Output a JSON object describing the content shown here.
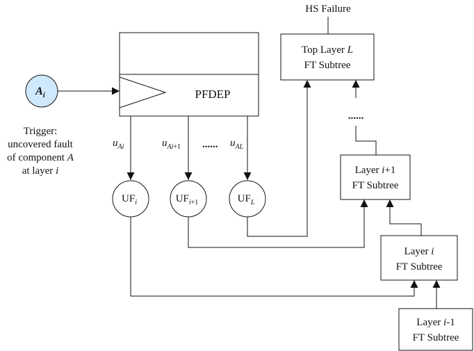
{
  "diagram": {
    "hs_failure": "HS Failure",
    "top_layer": {
      "line1_prefix": "Top Layer ",
      "line1_var": "L",
      "line2": "FT Subtree"
    },
    "pfdep": {
      "label": "PFDEP"
    },
    "trigger_node": {
      "var": "A",
      "sub": "i"
    },
    "trigger_text": {
      "line1": "Trigger:",
      "line2": "uncovered fault",
      "line3_prefix": "of component ",
      "line3_var": "A",
      "line4_prefix": "at layer ",
      "line4_var": "i"
    },
    "edge_labels": {
      "u_ai": {
        "base": "u",
        "sub_letter": "A",
        "sub_index": "i",
        "sub_suffix": ""
      },
      "u_ai1": {
        "base": "u",
        "sub_letter": "A",
        "sub_index": "i",
        "sub_suffix": "+1"
      },
      "dots": "......",
      "u_al": {
        "base": "u",
        "sub_letter": "AL",
        "sub_index": "",
        "sub_suffix": ""
      }
    },
    "uf_nodes": {
      "uf_i": {
        "base": "UF",
        "sub": "i",
        "sub_suffix": ""
      },
      "uf_i1": {
        "base": "UF",
        "sub": "i",
        "sub_suffix": "+1"
      },
      "uf_l": {
        "base": "UF",
        "sub": "L",
        "sub_suffix": ""
      }
    },
    "vertical_dots": "......",
    "layer_i1": {
      "line1_prefix": "Layer ",
      "line1_var": "i",
      "line1_suffix": "+1",
      "line2": "FT Subtree"
    },
    "layer_i": {
      "line1_prefix": "Layer ",
      "line1_var": "i",
      "line1_suffix": "",
      "line2": "FT Subtree"
    },
    "layer_im1": {
      "line1_prefix": "Layer ",
      "line1_var": "i",
      "line1_suffix": "-1",
      "line2": "FT Subtree"
    }
  },
  "colors": {
    "trigger_fill": "#cfe8fb",
    "line": "#111111",
    "background": "#ffffff"
  }
}
